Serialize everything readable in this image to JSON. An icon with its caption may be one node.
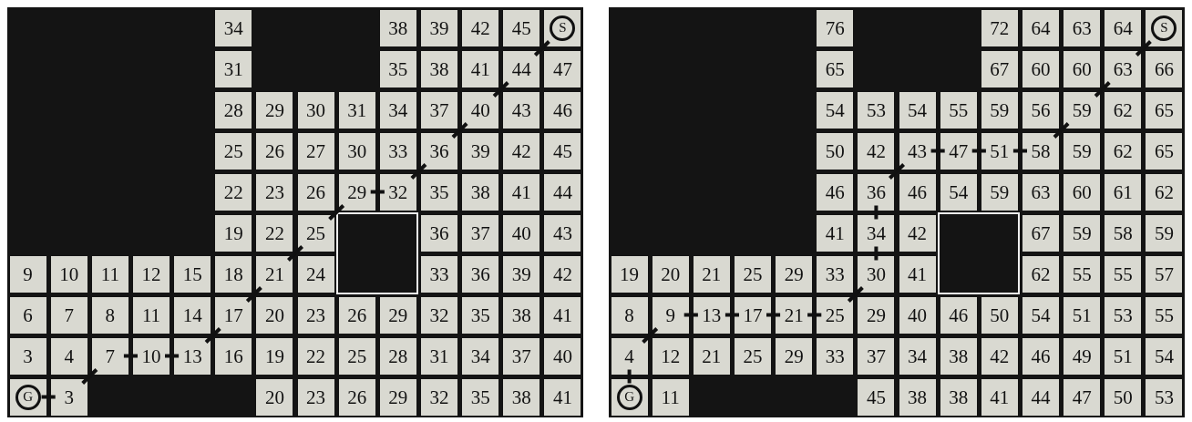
{
  "diagram": {
    "nodes": [
      {
        "text": [
          "34"
        ]
      },
      {
        "text": [
          "38"
        ]
      },
      {
        "text": [
          "39"
        ]
      },
      {
        "text": [
          "42"
        ]
      },
      {
        "text": [
          "45"
        ]
      },
      {
        "text": [
          "S"
        ]
      },
      {
        "text": [
          "31"
        ]
      },
      {
        "text": [
          "35"
        ]
      },
      {
        "text": [
          "38"
        ]
      },
      {
        "text": [
          "41"
        ]
      },
      {
        "text": [
          "44"
        ]
      },
      {
        "text": [
          "47"
        ]
      },
      {
        "text": [
          "28"
        ]
      },
      {
        "text": [
          "29"
        ]
      },
      {
        "text": [
          "30"
        ]
      },
      {
        "text": [
          "31"
        ]
      },
      {
        "text": [
          "34"
        ]
      },
      {
        "text": [
          "37"
        ]
      },
      {
        "text": [
          "40"
        ]
      },
      {
        "text": [
          "43"
        ]
      },
      {
        "text": [
          "46"
        ]
      },
      {
        "text": [
          "25"
        ]
      },
      {
        "text": [
          "26"
        ]
      },
      {
        "text": [
          "27"
        ]
      },
      {
        "text": [
          "30"
        ]
      },
      {
        "text": [
          "33"
        ]
      },
      {
        "text": [
          "36"
        ]
      },
      {
        "text": [
          "39"
        ]
      },
      {
        "text": [
          "42"
        ]
      },
      {
        "text": [
          "45"
        ]
      },
      {
        "text": [
          "22"
        ]
      },
      {
        "text": [
          "23"
        ]
      },
      {
        "text": [
          "26"
        ]
      },
      {
        "text": [
          "29"
        ]
      },
      {
        "text": [
          "32"
        ]
      },
      {
        "text": [
          "35"
        ]
      },
      {
        "text": [
          "38"
        ]
      },
      {
        "text": [
          "41"
        ]
      },
      {
        "text": [
          "44"
        ]
      },
      {
        "text": [
          "19"
        ]
      },
      {
        "text": [
          "22"
        ]
      },
      {
        "text": [
          "25"
        ]
      },
      {
        "text": [],
        "shape": "box"
      },
      {
        "text": [
          "36"
        ]
      },
      {
        "text": [
          "37"
        ]
      },
      {
        "text": [
          "40"
        ]
      },
      {
        "text": [
          "43"
        ]
      },
      {
        "text": [
          "9"
        ]
      },
      {
        "text": [
          "10"
        ]
      },
      {
        "text": [
          "11"
        ]
      },
      {
        "text": [
          "12"
        ]
      },
      {
        "text": [
          "15"
        ]
      },
      {
        "text": [
          "18"
        ]
      },
      {
        "text": [
          "21"
        ]
      },
      {
        "text": [
          "24"
        ]
      },
      {
        "text": [
          "33"
        ]
      },
      {
        "text": [
          "36"
        ]
      },
      {
        "text": [
          "39"
        ]
      },
      {
        "text": [
          "42"
        ]
      },
      {
        "text": [
          "6"
        ]
      },
      {
        "text": [
          "7"
        ]
      },
      {
        "text": [
          "8"
        ]
      },
      {
        "text": [
          "11"
        ]
      },
      {
        "text": [
          "14"
        ]
      },
      {
        "text": [
          "17"
        ]
      },
      {
        "text": [
          "20"
        ]
      },
      {
        "text": [
          "23"
        ]
      },
      {
        "text": [
          "26"
        ]
      },
      {
        "text": [
          "29"
        ]
      },
      {
        "text": [
          "32"
        ]
      },
      {
        "text": [
          "35"
        ]
      },
      {
        "text": [
          "38"
        ]
      },
      {
        "text": [
          "41"
        ]
      },
      {
        "text": [
          "3"
        ]
      },
      {
        "text": [
          "4"
        ]
      },
      {
        "text": [
          "7"
        ]
      },
      {
        "text": [
          "10"
        ]
      },
      {
        "text": [
          "13"
        ]
      },
      {
        "text": [
          "16"
        ]
      },
      {
        "text": [
          "19"
        ]
      },
      {
        "text": [
          "22"
        ]
      },
      {
        "text": [
          "25"
        ]
      },
      {
        "text": [
          "28"
        ]
      },
      {
        "text": [
          "31"
        ]
      },
      {
        "text": [
          "34"
        ]
      },
      {
        "text": [
          "37"
        ]
      },
      {
        "text": [
          "40"
        ]
      },
      {
        "text": [
          "G"
        ]
      },
      {
        "text": [
          "3"
        ]
      },
      {
        "text": [
          "20"
        ]
      },
      {
        "text": [
          "23"
        ]
      },
      {
        "text": [
          "26"
        ]
      },
      {
        "text": [
          "29"
        ]
      },
      {
        "text": [
          "32"
        ]
      },
      {
        "text": [
          "35"
        ]
      },
      {
        "text": [
          "38"
        ]
      },
      {
        "text": [
          "41"
        ]
      },
      {
        "text": [
          "76"
        ]
      },
      {
        "text": [
          "72"
        ]
      },
      {
        "text": [
          "64"
        ]
      },
      {
        "text": [
          "63"
        ]
      },
      {
        "text": [
          "64"
        ]
      },
      {
        "text": [
          "S"
        ]
      },
      {
        "text": [
          "65"
        ]
      },
      {
        "text": [
          "67"
        ]
      },
      {
        "text": [
          "60"
        ]
      },
      {
        "text": [
          "60"
        ]
      },
      {
        "text": [
          "63"
        ]
      },
      {
        "text": [
          "66"
        ]
      },
      {
        "text": [
          "54"
        ]
      },
      {
        "text": [
          "53"
        ]
      },
      {
        "text": [
          "54"
        ]
      },
      {
        "text": [
          "55"
        ]
      },
      {
        "text": [
          "59"
        ]
      },
      {
        "text": [
          "56"
        ]
      },
      {
        "text": [
          "59"
        ]
      },
      {
        "text": [
          "62"
        ]
      },
      {
        "text": [
          "65"
        ]
      },
      {
        "text": [
          "50"
        ]
      },
      {
        "text": [
          "42"
        ]
      },
      {
        "text": [
          "43"
        ]
      },
      {
        "text": [
          "47"
        ]
      },
      {
        "text": [
          "51"
        ]
      },
      {
        "text": [
          "58"
        ]
      },
      {
        "text": [
          "59"
        ]
      },
      {
        "text": [
          "62"
        ]
      },
      {
        "text": [
          "65"
        ]
      },
      {
        "text": [
          "46"
        ]
      },
      {
        "text": [
          "36"
        ]
      },
      {
        "text": [
          "46"
        ]
      },
      {
        "text": [
          "54"
        ]
      },
      {
        "text": [
          "59"
        ]
      },
      {
        "text": [
          "63"
        ]
      },
      {
        "text": [
          "60"
        ]
      },
      {
        "text": [
          "61"
        ]
      },
      {
        "text": [
          "62"
        ]
      },
      {
        "text": [
          "41"
        ]
      },
      {
        "text": [
          "34"
        ]
      },
      {
        "text": [
          "42"
        ]
      },
      {
        "text": [],
        "shape": "box"
      },
      {
        "text": [
          "67"
        ]
      },
      {
        "text": [
          "59"
        ]
      },
      {
        "text": [
          "58"
        ]
      },
      {
        "text": [
          "59"
        ]
      },
      {
        "text": [
          "19"
        ]
      },
      {
        "text": [
          "20"
        ]
      },
      {
        "text": [
          "21"
        ]
      },
      {
        "text": [
          "25"
        ]
      },
      {
        "text": [
          "29"
        ]
      },
      {
        "text": [
          "33"
        ]
      },
      {
        "text": [
          "30"
        ]
      },
      {
        "text": [
          "41"
        ]
      },
      {
        "text": [
          "62"
        ]
      },
      {
        "text": [
          "55"
        ]
      },
      {
        "text": [
          "55"
        ]
      },
      {
        "text": [
          "57"
        ]
      },
      {
        "text": [
          "8"
        ]
      },
      {
        "text": [
          "9"
        ]
      },
      {
        "text": [
          "13"
        ]
      },
      {
        "text": [
          "17"
        ]
      },
      {
        "text": [
          "21"
        ]
      },
      {
        "text": [
          "25"
        ]
      },
      {
        "text": [
          "29"
        ]
      },
      {
        "text": [
          "40"
        ]
      },
      {
        "text": [
          "46"
        ]
      },
      {
        "text": [
          "50"
        ]
      },
      {
        "text": [
          "54"
        ]
      },
      {
        "text": [
          "51"
        ]
      },
      {
        "text": [
          "53"
        ]
      },
      {
        "text": [
          "55"
        ]
      },
      {
        "text": [
          "4"
        ]
      },
      {
        "text": [
          "12"
        ]
      },
      {
        "text": [
          "21"
        ]
      },
      {
        "text": [
          "25"
        ]
      },
      {
        "text": [
          "29"
        ]
      },
      {
        "text": [
          "33"
        ]
      },
      {
        "text": [
          "37"
        ]
      },
      {
        "text": [
          "34"
        ]
      },
      {
        "text": [
          "38"
        ]
      },
      {
        "text": [
          "42"
        ]
      },
      {
        "text": [
          "46"
        ]
      },
      {
        "text": [
          "49"
        ]
      },
      {
        "text": [
          "51"
        ]
      },
      {
        "text": [
          "54"
        ]
      },
      {
        "text": [
          "G"
        ]
      },
      {
        "text": [
          "11"
        ]
      },
      {
        "text": [
          "45"
        ]
      },
      {
        "text": [
          "38"
        ]
      },
      {
        "text": [
          "38"
        ]
      },
      {
        "text": [
          "41"
        ]
      },
      {
        "text": [
          "44"
        ]
      },
      {
        "text": [
          "47"
        ]
      },
      {
        "text": [
          "50"
        ]
      },
      {
        "text": [
          "53"
        ]
      }
    ],
    "edges": [
      {
        "from": 87,
        "to": 88,
        "arrow": "none"
      },
      {
        "from": 88,
        "to": 75,
        "arrow": "none"
      },
      {
        "from": 75,
        "to": 76,
        "arrow": "none"
      },
      {
        "from": 76,
        "to": 77,
        "arrow": "none"
      },
      {
        "from": 77,
        "to": 64,
        "arrow": "none"
      },
      {
        "from": 64,
        "to": 53,
        "arrow": "none"
      },
      {
        "from": 53,
        "to": 41,
        "arrow": "none"
      },
      {
        "from": 41,
        "to": 33,
        "arrow": "none"
      },
      {
        "from": 33,
        "to": 34,
        "arrow": "none"
      },
      {
        "from": 34,
        "to": 26,
        "arrow": "none"
      },
      {
        "from": 26,
        "to": 18,
        "arrow": "none"
      },
      {
        "from": 18,
        "to": 10,
        "arrow": "none"
      },
      {
        "from": 10,
        "to": 5,
        "arrow": "none"
      },
      {
        "from": 184,
        "to": 170,
        "arrow": "none"
      },
      {
        "from": 170,
        "to": 157,
        "arrow": "none"
      },
      {
        "from": 157,
        "to": 158,
        "arrow": "none"
      },
      {
        "from": 158,
        "to": 159,
        "arrow": "none"
      },
      {
        "from": 159,
        "to": 160,
        "arrow": "none"
      },
      {
        "from": 160,
        "to": 161,
        "arrow": "none"
      },
      {
        "from": 161,
        "to": 150,
        "arrow": "none"
      },
      {
        "from": 150,
        "to": 137,
        "arrow": "none"
      },
      {
        "from": 137,
        "to": 128,
        "arrow": "none"
      },
      {
        "from": 128,
        "to": 120,
        "arrow": "none"
      },
      {
        "from": 120,
        "to": 121,
        "arrow": "none"
      },
      {
        "from": 121,
        "to": 122,
        "arrow": "none"
      },
      {
        "from": 122,
        "to": 123,
        "arrow": "none"
      },
      {
        "from": 123,
        "to": 115,
        "arrow": "none"
      },
      {
        "from": 115,
        "to": 107,
        "arrow": "none"
      },
      {
        "from": 107,
        "to": 102,
        "arrow": "none"
      }
    ]
  }
}
